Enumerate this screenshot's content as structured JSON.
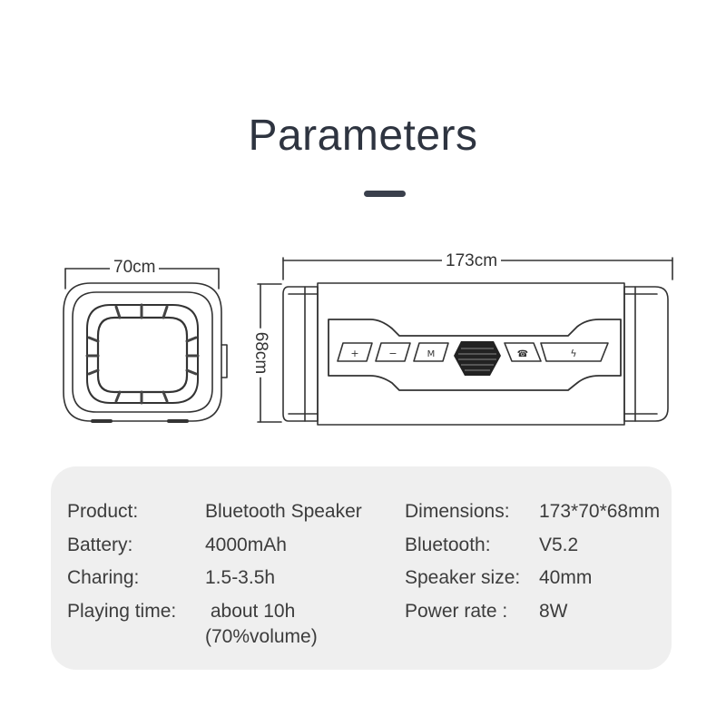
{
  "title": "Parameters",
  "dimensions": {
    "width": "70cm",
    "length": "173cm",
    "height": "68cm"
  },
  "specs_left": [
    {
      "label": "Product:",
      "value": "Bluetooth Speaker"
    },
    {
      "label": "Battery:",
      "value": "4000mAh"
    },
    {
      "label": "Charing:",
      "value": "1.5-3.5h"
    },
    {
      "label": "Playing time:",
      "value": " about 10h",
      "value2": "(70%volume)"
    }
  ],
  "specs_right": [
    {
      "label": "Dimensions:",
      "value": "173*70*68mm"
    },
    {
      "label": "Bluetooth:",
      "value": "V5.2"
    },
    {
      "label": "Speaker size:",
      "value": "40mm"
    },
    {
      "label": "Power rate :",
      "value": "8W"
    }
  ]
}
